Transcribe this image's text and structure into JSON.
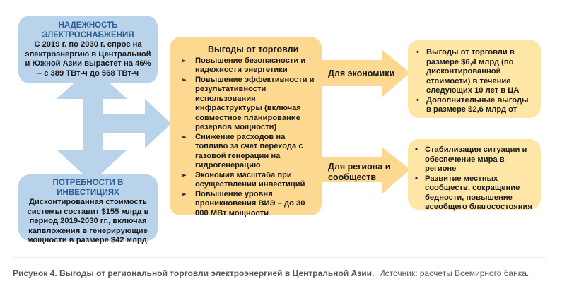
{
  "reliability": {
    "title": "НАДЕЖНОСТЬ ЭЛЕКТРОСНАБЖЕНИЯ",
    "text": "С 2019 г. по 2030 г. спрос на электроэнергию в Центральной и Южной Азии вырастет на 46% – с 389 ТВт-ч до 568 ТВт-ч"
  },
  "investment": {
    "title": "ПОТРЕБНОСТИ В ИНВЕСТИЦИЯХ",
    "text": "Дисконтированная стоимость системы составит $155 млрд в период 2019-2030 гг., включая капвложения в генерирующие мощности в размере $42 млрд."
  },
  "benefits": {
    "title": "Выгоды от торговли",
    "items": [
      "Повышение безопасности и надежности энергетики",
      "Повышение эффективности и результативности использования инфраструктуры (включая совместное планирование резервов мощности)",
      "Снижение расходов на топливо за счет перехода с газовой генерации на гидрогенерацию",
      "Экономия масштаба при осуществлении инвестиций",
      "Повышение уровня проникновения ВИЭ – до 30 000 МВт мощности"
    ]
  },
  "economy": {
    "label": "Для экономики",
    "items": [
      "Выгоды от торговли в размере $6,4 млрд (по дисконтированной стоимости) в течение следующих 10 лет в ЦА",
      "Дополнительные выгоды в размере $2,6 млрд от"
    ]
  },
  "region": {
    "label": "Для региона и сообществ",
    "items": [
      "Стабилизация ситуации и обеспечение мира в регионе",
      "Развитие местных сообществ, сокращение бедности, повышение всеобщего благосостояния"
    ]
  },
  "caption": {
    "bold": "Рисунок 4. Выгоды от региональной торговли электроэнергией в Центральной Азии.",
    "normal": "Источник: расчеты Всемирного банка."
  },
  "colors": {
    "blue": "#b9d3ea",
    "orange": "#fdd891",
    "light": "#fee6a7",
    "title_blue": "#2a5d9a"
  }
}
